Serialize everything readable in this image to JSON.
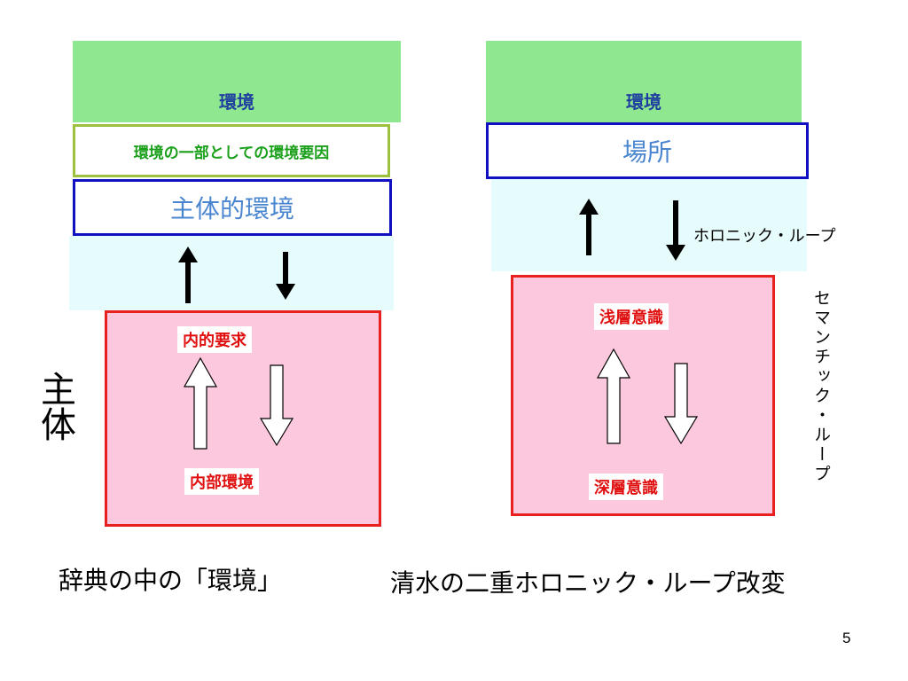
{
  "left": {
    "environment": "環境",
    "factor": "環境の一部としての環境要因",
    "subjective_env": "主体的環境",
    "inner_demand": "内的要求",
    "inner_env": "内部環境",
    "subject": "主体",
    "caption": "辞典の中の「環境」"
  },
  "right": {
    "environment": "環境",
    "place": "場所",
    "holonic_loop": "ホロニック・ループ",
    "shallow": "浅層意識",
    "deep": "深層意識",
    "semantic_loop": "セマンチック・ループ",
    "caption": "清水の二重ホロニック・ループ改変"
  },
  "page_number": "5",
  "colors": {
    "green": "#8fe88f",
    "blue_border": "#1010c0",
    "red_border": "#e82020",
    "pink": "#fcc8de",
    "cyan": "#e6fbfb"
  }
}
